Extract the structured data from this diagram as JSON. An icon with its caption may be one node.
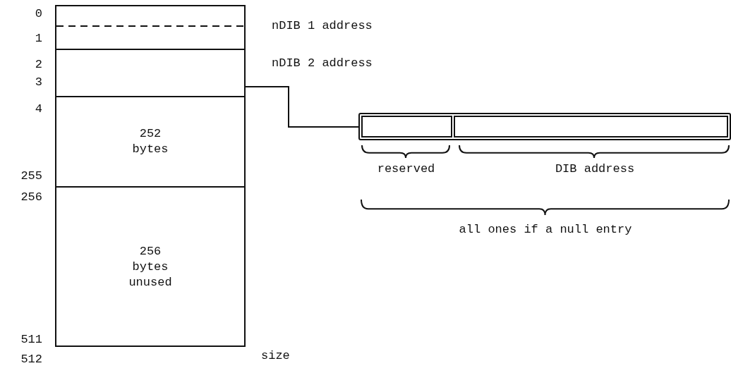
{
  "diagram": {
    "nodes": [
      {
        "text": [],
        "shape": "box"
      },
      {
        "text": [],
        "shape": "box",
        "in": 0,
        "beside": [
          "nDIB 1 address"
        ]
      },
      {
        "text": [],
        "shape": "box",
        "in": 0,
        "beside": [
          "nDIB 2 address"
        ]
      },
      {
        "text": [
          "252 bytes"
        ],
        "in": 0
      },
      {
        "text": [
          "256 bytes unused"
        ],
        "in": 0
      },
      {
        "text": [],
        "shape": "bar"
      },
      {
        "text": [],
        "shape": "box",
        "in": 5,
        "beside": [
          "reserved"
        ]
      },
      {
        "text": [],
        "shape": "box",
        "in": 5,
        "beside": [
          "DIB address"
        ]
      }
    ],
    "edges": [
      {
        "from": 2,
        "to": 5,
        "arrow": "none"
      }
    ],
    "labels": [
      "0",
      "1",
      "2",
      "3",
      "4",
      "255",
      "256",
      "511",
      "512",
      "size",
      "all ones if a null entry"
    ]
  }
}
